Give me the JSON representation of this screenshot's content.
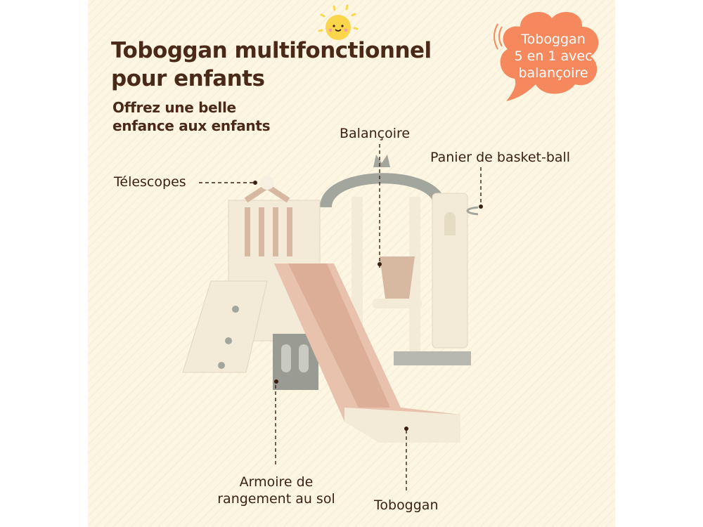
{
  "panel": {
    "background": "#fdf6e3"
  },
  "header": {
    "title_line1": "Toboggan multifonctionnel",
    "title_line2": "pour enfants",
    "subtitle_line1": "Offrez une belle",
    "subtitle_line2": "enfance aux enfants",
    "title_color": "#4a2a17",
    "sun_icon": "smiling-sun"
  },
  "badge": {
    "line1": "Toboggan",
    "line2": "5 en 1 avec",
    "line3": "balançoire",
    "color": "#f5885c"
  },
  "callouts": {
    "telescopes": "Télescopes",
    "balancoire": "Balançoire",
    "basket": "Panier de basket-ball",
    "storage_line1": "Armoire de",
    "storage_line2": "rangement au sol",
    "slide": "Toboggan"
  },
  "product": {
    "name": "playset-illustration",
    "colors": {
      "cream": "#f3ead8",
      "pink": "#e8c2ad",
      "gray": "#9a9c94",
      "tan": "#d7b8a0"
    }
  }
}
